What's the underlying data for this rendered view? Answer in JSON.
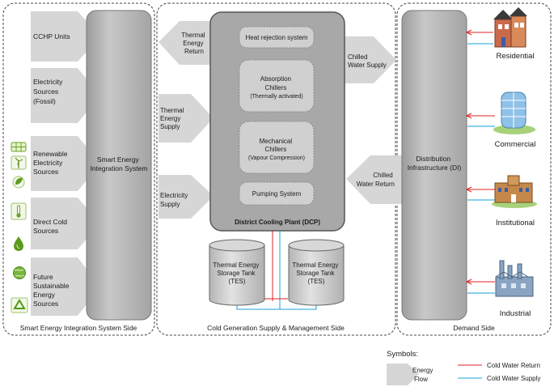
{
  "sections": {
    "left": "Smart Energy Integration System Side",
    "middle": "Cold Generation Supply & Management Side",
    "right": "Demand Side"
  },
  "sources": [
    {
      "lines": [
        "CCHP Units"
      ]
    },
    {
      "lines": [
        "Electricity",
        "Sources",
        "(Fossil)"
      ]
    },
    {
      "lines": [
        "Renewable",
        "Electricity",
        "Sources"
      ]
    },
    {
      "lines": [
        "Direct  Cold",
        "Sources"
      ]
    },
    {
      "lines": [
        "Future",
        "Sustainable",
        "Energy",
        "Sources"
      ]
    }
  ],
  "integration": {
    "lines": [
      "Smart Energy",
      "Integration System"
    ]
  },
  "flows": {
    "thermal_return": [
      "Thermal",
      "Energy",
      "Return"
    ],
    "thermal_supply": [
      "Thermal",
      "Energy",
      "Supply"
    ],
    "electricity_supply": [
      "Electricity",
      "Supply"
    ],
    "chilled_supply": [
      "Chilled",
      "Water Supply"
    ],
    "chilled_return": [
      "Chilled",
      "Water Return"
    ]
  },
  "dcp": {
    "title": "District Cooling Plant (DCP)",
    "components": [
      {
        "lines": [
          "Heat rejection system"
        ]
      },
      {
        "lines": [
          "Absorption",
          "Chillers",
          "(Thermally activated)"
        ]
      },
      {
        "lines": [
          "Mechanical",
          "Chillers",
          "(Vapour Compression)"
        ]
      },
      {
        "lines": [
          "Pumping System"
        ]
      }
    ]
  },
  "tes": [
    {
      "lines": [
        "Thermal Energy",
        "Storage Tank",
        "(TES)"
      ]
    },
    {
      "lines": [
        "Thermal Energy",
        "Storage Tank",
        "(TES)"
      ]
    }
  ],
  "distribution": {
    "lines": [
      "Distribution",
      "Infrastructure (DI)"
    ]
  },
  "demand": [
    "Residential",
    "Commercial",
    "Institutional",
    "Industrial"
  ],
  "legend": {
    "title": "Symbols:",
    "energy_flow": [
      "Energy",
      "Flow"
    ],
    "return_label": "Cold Water Return",
    "supply_label": "Cold Water Supply"
  },
  "colors": {
    "return": "#e02020",
    "supply": "#1aa0d8",
    "arrow_fill": "#d6d6d6",
    "block_fill": "#bdbdbd",
    "dcp_fill": "#a8a8a8",
    "component_fill": "#d0d0d0"
  }
}
